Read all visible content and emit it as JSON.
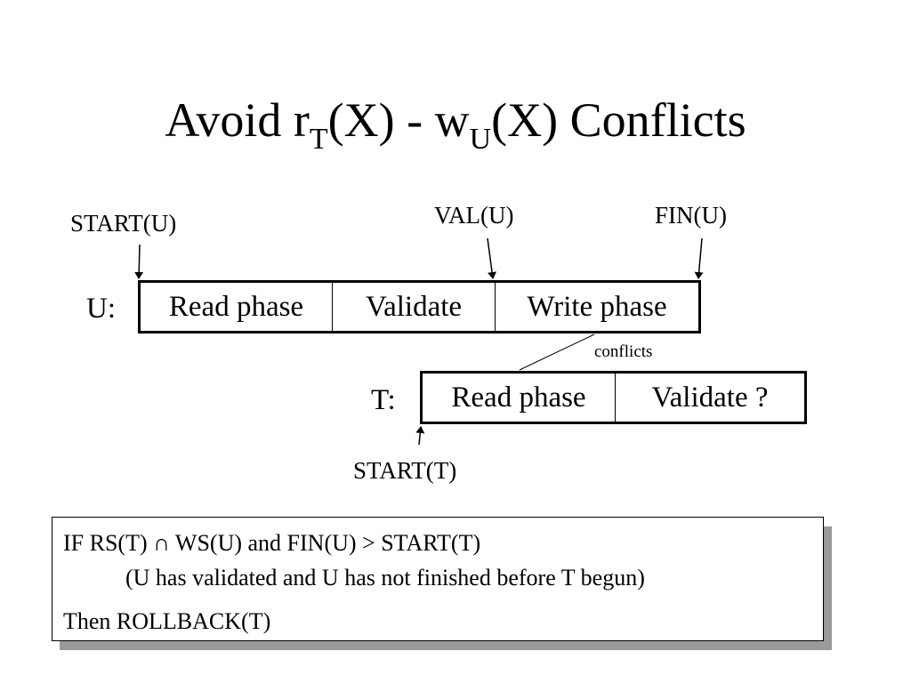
{
  "title": {
    "prefix": "Avoid r",
    "sub1": "T",
    "middle": "(X) - w",
    "sub2": "U",
    "suffix": "(X) Conflicts"
  },
  "labels": {
    "start_u": "START(U)",
    "val_u": "VAL(U)",
    "fin_u": "FIN(U)",
    "start_t": "START(T)",
    "conflicts": "conflicts"
  },
  "transaction_u": {
    "label": "U:",
    "phases": [
      "Read phase",
      "Validate",
      "Write phase"
    ]
  },
  "transaction_t": {
    "label": "T:",
    "phases": [
      "Read phase",
      "Validate ?"
    ]
  },
  "rule": {
    "line1": "IF  RS(T) ∩ WS(U) and FIN(U) > START(T)",
    "line2": "(U has validated and  U has not finished before T begun)",
    "line3": "Then ROLLBACK(T)"
  }
}
